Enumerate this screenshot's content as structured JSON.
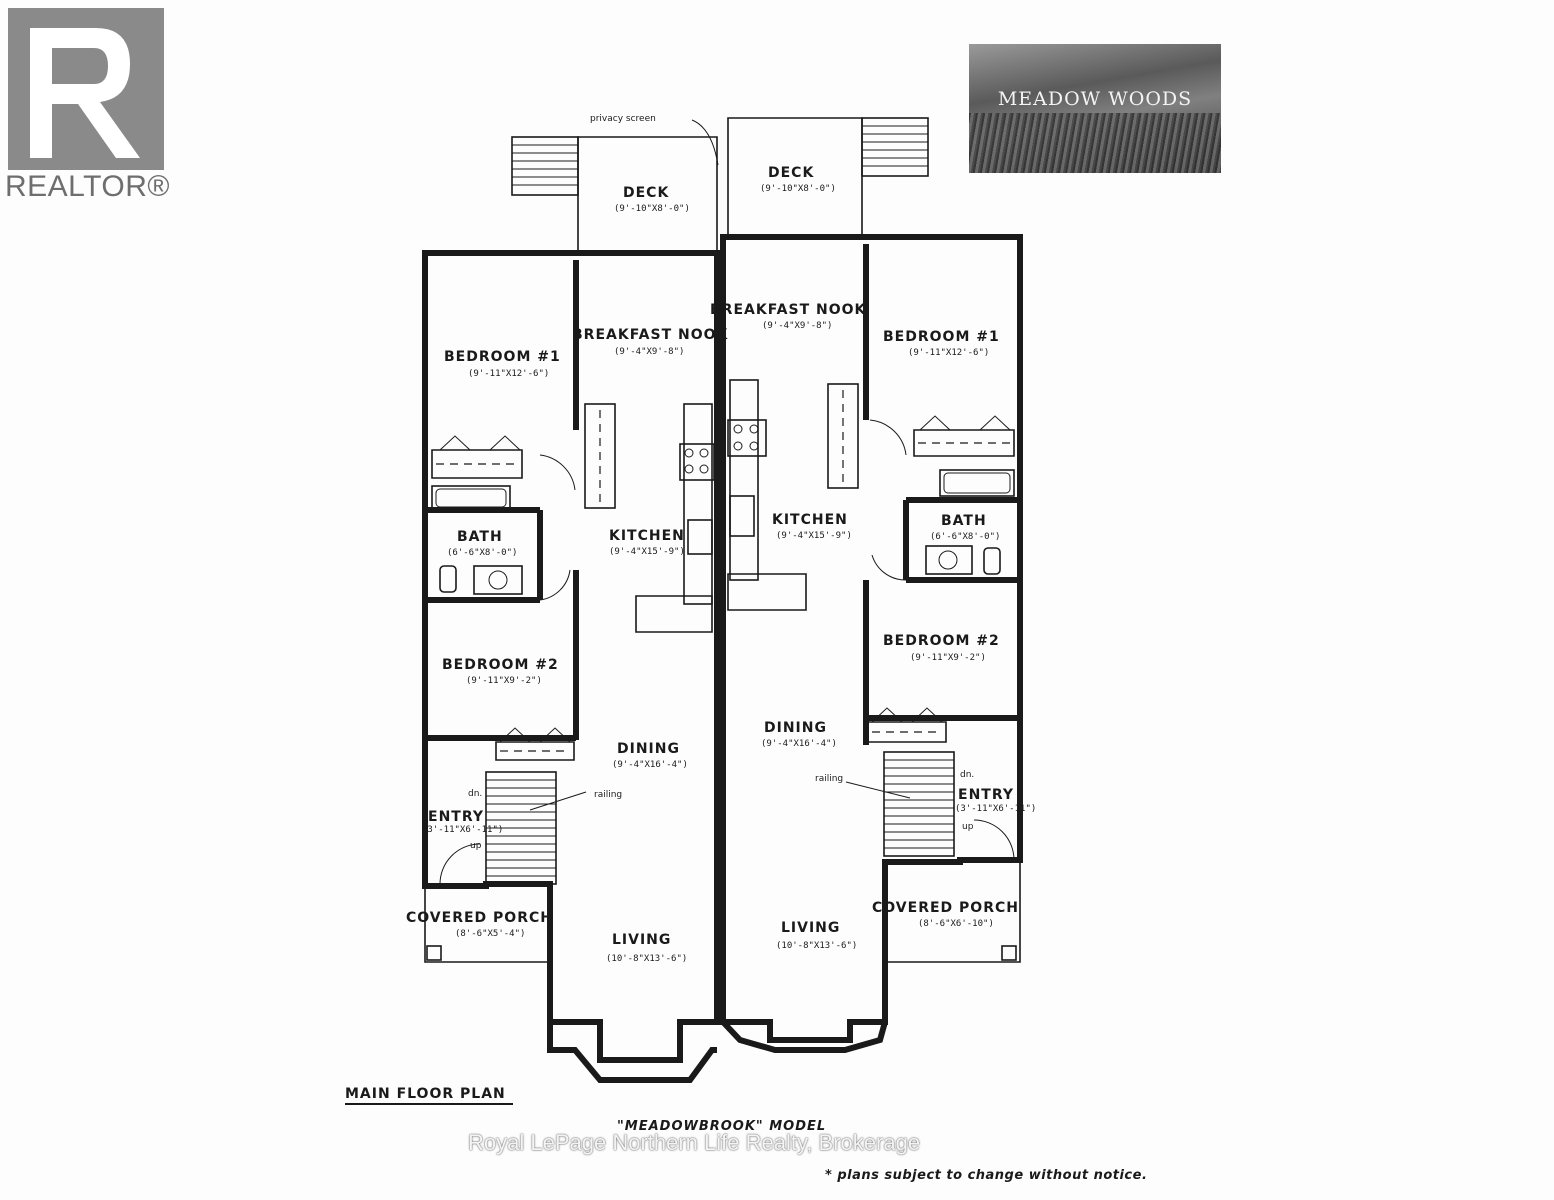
{
  "branding": {
    "realtor_mark": "REALTOR®",
    "development_name": "MEADOW WOODS",
    "watermark": "Royal LePage Northern Life Realty, Brokerage"
  },
  "plan": {
    "title": "MAIN FLOOR PLAN",
    "model": "\"MEADOWBROOK\" MODEL",
    "notice": "* plans subject to change without notice.",
    "left_unit": {
      "deck": {
        "name": "DECK",
        "dim": "(9'-10\"X8'-0\")"
      },
      "breakfast_nook": {
        "name": "BREAKFAST NOOK",
        "dim": "(9'-4\"X9'-8\")"
      },
      "bedroom1": {
        "name": "BEDROOM #1",
        "dim": "(9'-11\"X12'-6\")"
      },
      "bath": {
        "name": "BATH",
        "dim": "(6'-6\"X8'-0\")"
      },
      "kitchen": {
        "name": "KITCHEN",
        "dim": "(9'-4\"X15'-9\")"
      },
      "bedroom2": {
        "name": "BEDROOM #2",
        "dim": "(9'-11\"X9'-2\")"
      },
      "dining": {
        "name": "DINING",
        "dim": "(9'-4\"X16'-4\")"
      },
      "entry": {
        "name": "ENTRY",
        "dim": "(3'-11\"X6'-11\")"
      },
      "covered_porch": {
        "name": "COVERED PORCH",
        "dim": "(8'-6\"X5'-4\")"
      },
      "living": {
        "name": "LIVING",
        "dim": "(10'-8\"X13'-6\")"
      },
      "railing": "railing",
      "down": "dn.",
      "up": "up"
    },
    "right_unit": {
      "deck": {
        "name": "DECK",
        "dim": "(9'-10\"X8'-0\")"
      },
      "breakfast_nook": {
        "name": "BREAKFAST NOOK",
        "dim": "(9'-4\"X9'-8\")"
      },
      "bedroom1": {
        "name": "BEDROOM #1",
        "dim": "(9'-11\"X12'-6\")"
      },
      "bath": {
        "name": "BATH",
        "dim": "(6'-6\"X8'-0\")"
      },
      "kitchen": {
        "name": "KITCHEN",
        "dim": "(9'-4\"X15'-9\")"
      },
      "bedroom2": {
        "name": "BEDROOM #2",
        "dim": "(9'-11\"X9'-2\")"
      },
      "dining": {
        "name": "DINING",
        "dim": "(9'-4\"X16'-4\")"
      },
      "entry": {
        "name": "ENTRY",
        "dim": "(3'-11\"X6'-11\")"
      },
      "covered_porch": {
        "name": "COVERED PORCH",
        "dim": "(8'-6\"X6'-10\")"
      },
      "living": {
        "name": "LIVING",
        "dim": "(10'-8\"X13'-6\")"
      },
      "railing": "railing",
      "down": "dn.",
      "up": "up"
    },
    "privacy_screen": "privacy screen"
  }
}
